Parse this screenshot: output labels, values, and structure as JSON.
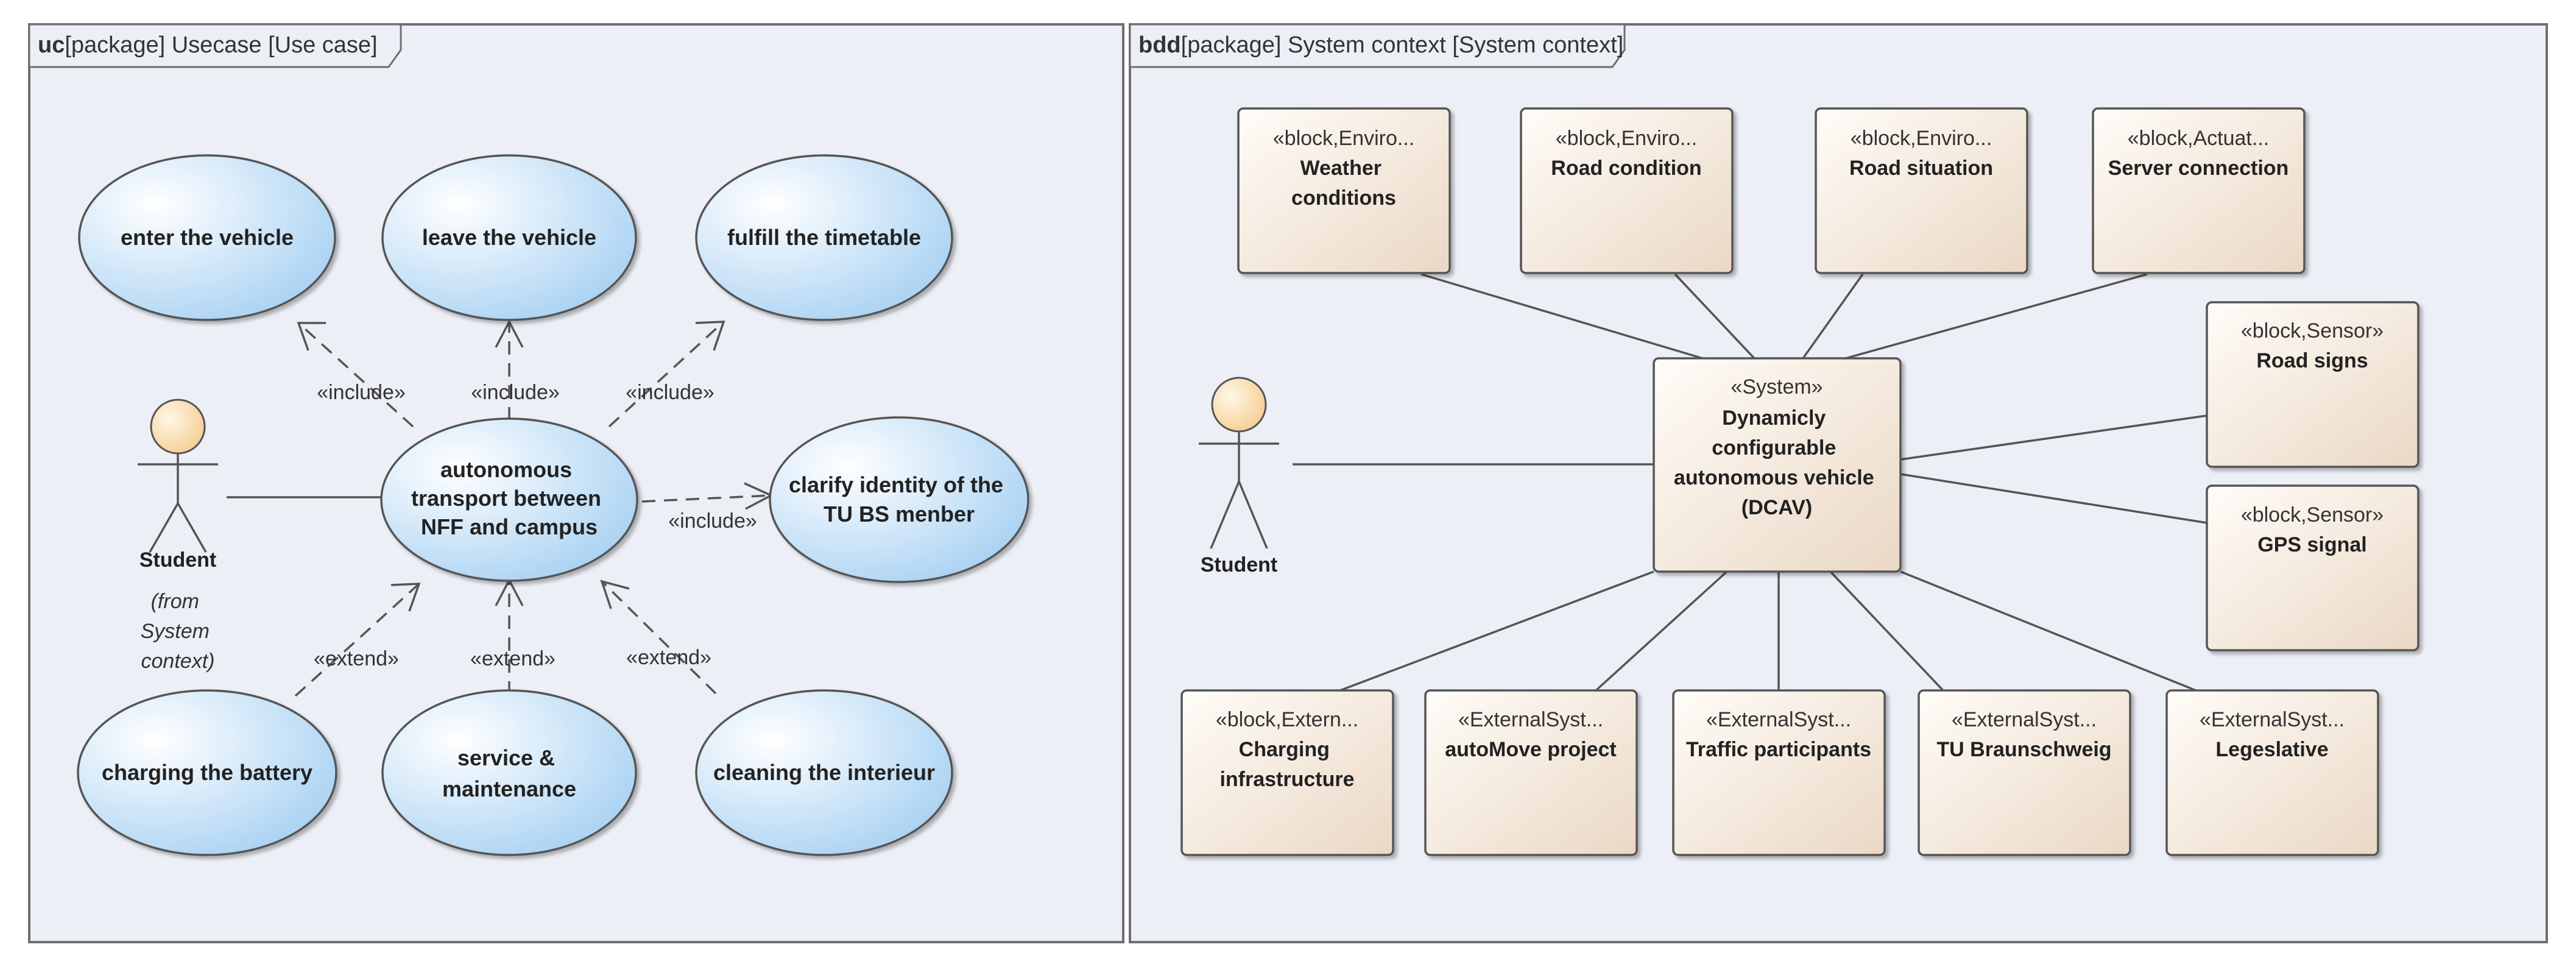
{
  "usecase_frame": {
    "kind": "uc",
    "title": "[package] Usecase [Use case]"
  },
  "context_frame": {
    "kind": "bdd",
    "title": "[package] System context [System context]"
  },
  "usecase_diagram": {
    "actor": {
      "name": "Student",
      "note": [
        "(from",
        "System",
        "context)"
      ]
    },
    "central": [
      "autonomous",
      "transport between",
      "NFF and campus"
    ],
    "included": [
      [
        "enter the vehicle"
      ],
      [
        "leave the vehicle"
      ],
      [
        "fulfill the timetable"
      ],
      [
        "clarify identity of the",
        "TU BS menber"
      ]
    ],
    "extending": [
      [
        "charging the battery"
      ],
      [
        "service &",
        "maintenance"
      ],
      [
        "cleaning the interieur"
      ]
    ],
    "include_label": "«include»",
    "extend_label": "«extend»"
  },
  "context_diagram": {
    "actor": {
      "name": "Student"
    },
    "system": {
      "stereotype": "«System»",
      "name": [
        "Dynamicly",
        "configurable",
        "autonomous vehicle",
        "(DCAV)"
      ]
    },
    "top_blocks": [
      {
        "stereotype": "«block,Enviro...",
        "name": [
          "Weather",
          "conditions"
        ]
      },
      {
        "stereotype": "«block,Enviro...",
        "name": [
          "Road condition"
        ]
      },
      {
        "stereotype": "«block,Enviro...",
        "name": [
          "Road situation"
        ]
      },
      {
        "stereotype": "«block,Actuat...",
        "name": [
          "Server connection"
        ]
      }
    ],
    "right_blocks": [
      {
        "stereotype": "«block,Sensor»",
        "name": [
          "Road signs"
        ]
      },
      {
        "stereotype": "«block,Sensor»",
        "name": [
          "GPS signal"
        ]
      }
    ],
    "bottom_blocks": [
      {
        "stereotype": "«block,Extern...",
        "name": [
          "Charging",
          "infrastructure"
        ]
      },
      {
        "stereotype": "«ExternalSyst...",
        "name": [
          "autoMove project"
        ]
      },
      {
        "stereotype": "«ExternalSyst...",
        "name": [
          "Traffic participants"
        ]
      },
      {
        "stereotype": "«ExternalSyst...",
        "name": [
          "TU Braunschweig"
        ]
      },
      {
        "stereotype": "«ExternalSyst...",
        "name": [
          "Legeslative"
        ]
      }
    ]
  },
  "colors": {
    "frame_bg": "#eceff6",
    "frame_border": "#6f6f6f",
    "usecase_fill_light": "#ffffff",
    "usecase_fill_dark": "#a9d2f3",
    "block_fill_light": "#fdf8f3",
    "block_fill_dark": "#ecdccb",
    "actor_head": "#fbdcb0",
    "line": "#555555"
  }
}
